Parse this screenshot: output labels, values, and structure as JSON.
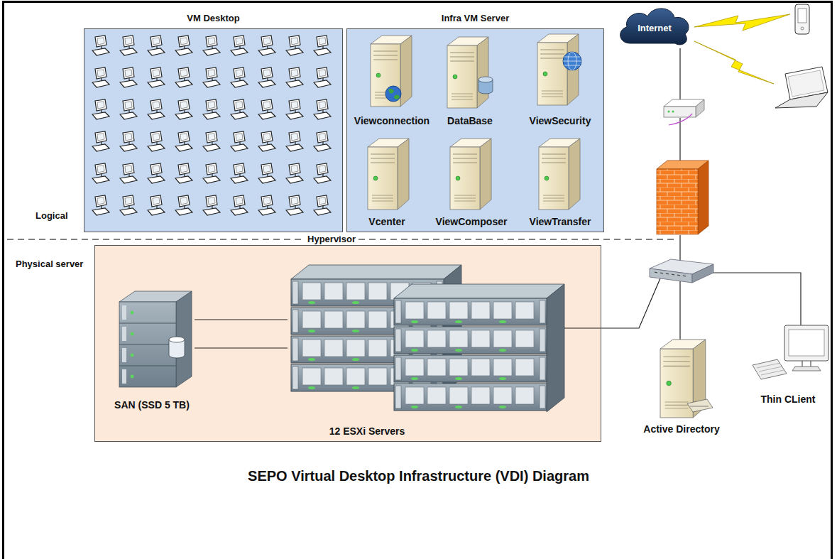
{
  "diagram": {
    "title": "SEPO Virtual Desktop Infrastructure (VDI) Diagram",
    "nodes": [
      {
        "text": [
          "VM Desktop"
        ]
      },
      {
        "text": [
          "Infra VM Server"
        ]
      },
      {
        "text": [
          "Viewconnection"
        ],
        "in": 1
      },
      {
        "text": [
          "DataBase"
        ],
        "in": 1
      },
      {
        "text": [
          "ViewSecurity"
        ],
        "in": 1
      },
      {
        "text": [
          "Vcenter"
        ],
        "in": 1
      },
      {
        "text": [
          "ViewComposer"
        ],
        "in": 1
      },
      {
        "text": [
          "ViewTransfer"
        ],
        "in": 1
      },
      {
        "text": [
          "Internet"
        ]
      },
      {
        "text": [
          "Physical server"
        ]
      },
      {
        "text": [
          "SAN (SSD 5 TB)"
        ],
        "in": 9
      },
      {
        "text": [
          "12 ESXi Servers"
        ],
        "in": 9
      },
      {
        "text": [
          "Active Directory"
        ]
      },
      {
        "text": [
          "Thin CLient"
        ]
      }
    ],
    "edges": [
      {
        "from": 10,
        "to": 11,
        "arrow": "none"
      },
      {
        "from": 10,
        "to": 11,
        "arrow": "none"
      }
    ],
    "labels": [
      "Logical",
      "Hypervisor"
    ]
  }
}
